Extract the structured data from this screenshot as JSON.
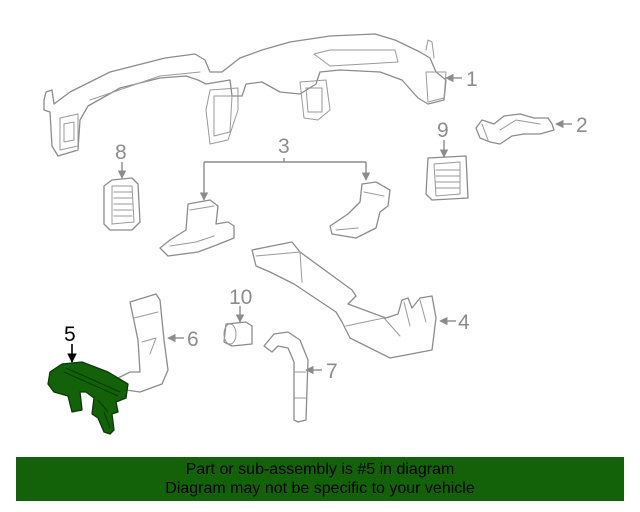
{
  "diagram": {
    "highlighted_part": "5",
    "highlight_color": "#136109",
    "line_color": "#8c8c8c",
    "callouts": [
      {
        "id": "1",
        "label": "1",
        "part": "center-duct-assembly"
      },
      {
        "id": "2",
        "label": "2",
        "part": "side-duct"
      },
      {
        "id": "3",
        "label": "3",
        "part": "floor-ducts-pair"
      },
      {
        "id": "4",
        "label": "4",
        "part": "rear-duct"
      },
      {
        "id": "5",
        "label": "5",
        "part": "duct-bracket"
      },
      {
        "id": "6",
        "label": "6",
        "part": "vertical-duct"
      },
      {
        "id": "7",
        "label": "7",
        "part": "hose"
      },
      {
        "id": "8",
        "label": "8",
        "part": "left-vent-louver"
      },
      {
        "id": "9",
        "label": "9",
        "part": "right-vent-louver"
      },
      {
        "id": "10",
        "label": "10",
        "part": "clip"
      }
    ]
  },
  "banner": {
    "line1": "Part or sub-assembly is #5 in diagram",
    "line2": "Diagram may not be specific to your vehicle",
    "background": "#136109"
  }
}
